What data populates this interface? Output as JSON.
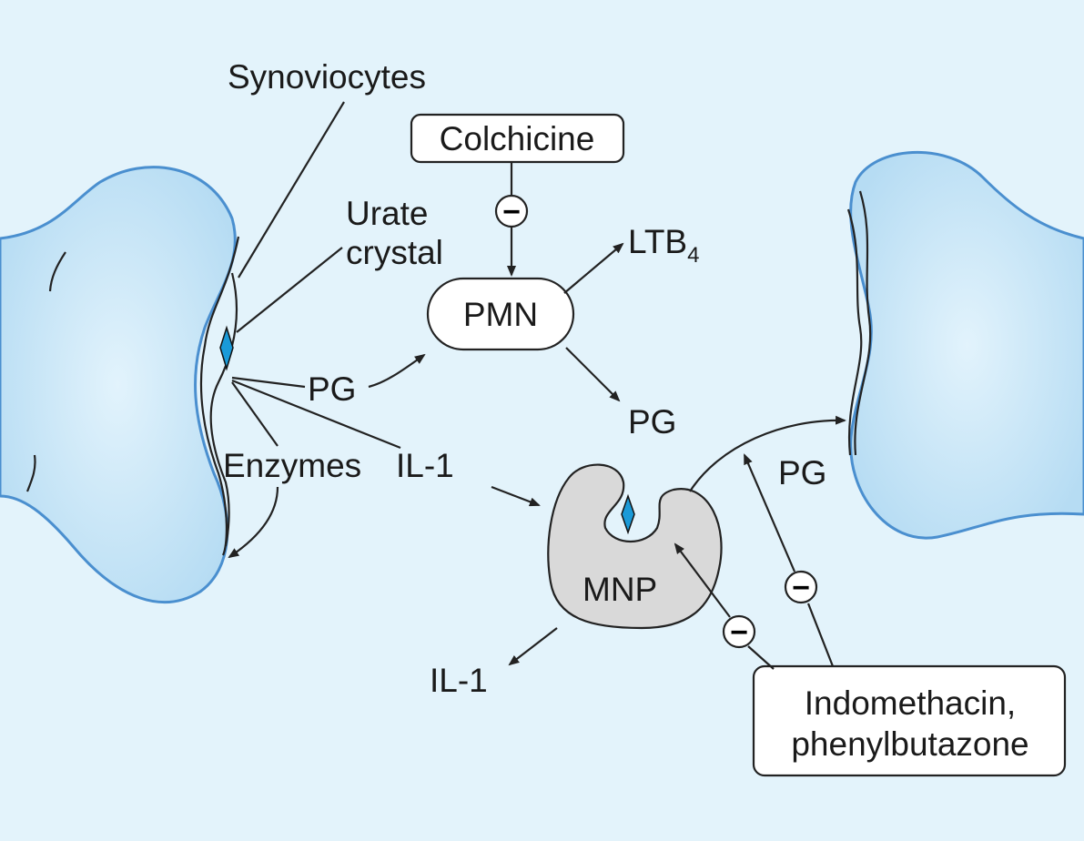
{
  "labels": {
    "synoviocytes": "Synoviocytes",
    "colchicine": "Colchicine",
    "urate_crystal_line1": "Urate",
    "urate_crystal_line2": "crystal",
    "ltb4": "LTB",
    "ltb4_sub": "4",
    "pmn": "PMN",
    "pg_left": "PG",
    "pg_pmn": "PG",
    "pg_right": "PG",
    "enzymes": "Enzymes",
    "il1_mid": "IL-1",
    "il1_bottom": "IL-1",
    "mnp": "MNP",
    "nsaid_line1": "Indomethacin,",
    "nsaid_line2": "phenylbutazone",
    "inhibit_symbol": "−"
  },
  "colors": {
    "background": "#e3f3fb",
    "bone_fill": "#c2e4f7",
    "bone_outline": "#4a8fcf",
    "crystal": "#1a9ad8",
    "mnp_fill": "#d9d9d9"
  }
}
